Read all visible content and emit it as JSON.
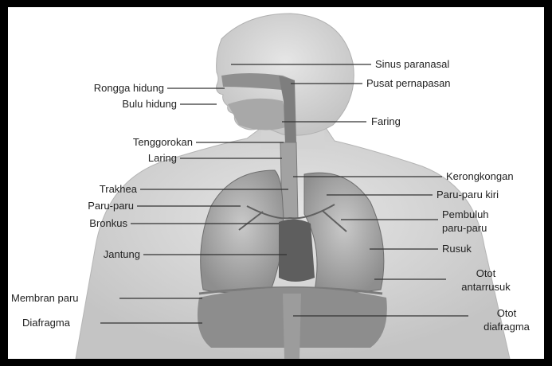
{
  "diagram": {
    "labels_left": {
      "rongga_hidung": "Rongga hidung",
      "bulu_hidung": "Bulu hidung",
      "tenggorokan": "Tenggorokan",
      "laring": "Laring",
      "trakhea": "Trakhea",
      "paru_paru": "Paru-paru",
      "bronkus": "Bronkus",
      "jantung": "Jantung",
      "membran_paru": "Membran paru",
      "diafragma": "Diafragma"
    },
    "labels_right": {
      "sinus_paranasal": "Sinus paranasal",
      "pusat_pernapasan": "Pusat pernapasan",
      "faring": "Faring",
      "kerongkongan": "Kerongkongan",
      "paru_paru_kiri": "Paru-paru kiri",
      "pembuluh_1": "Pembuluh",
      "pembuluh_2": "paru-paru",
      "rusuk": "Rusuk",
      "otot_antar_1": "Otot",
      "otot_antar_2": "antarrusuk",
      "otot_diafragma_1": "Otot",
      "otot_diafragma_2": "diafragma"
    }
  }
}
